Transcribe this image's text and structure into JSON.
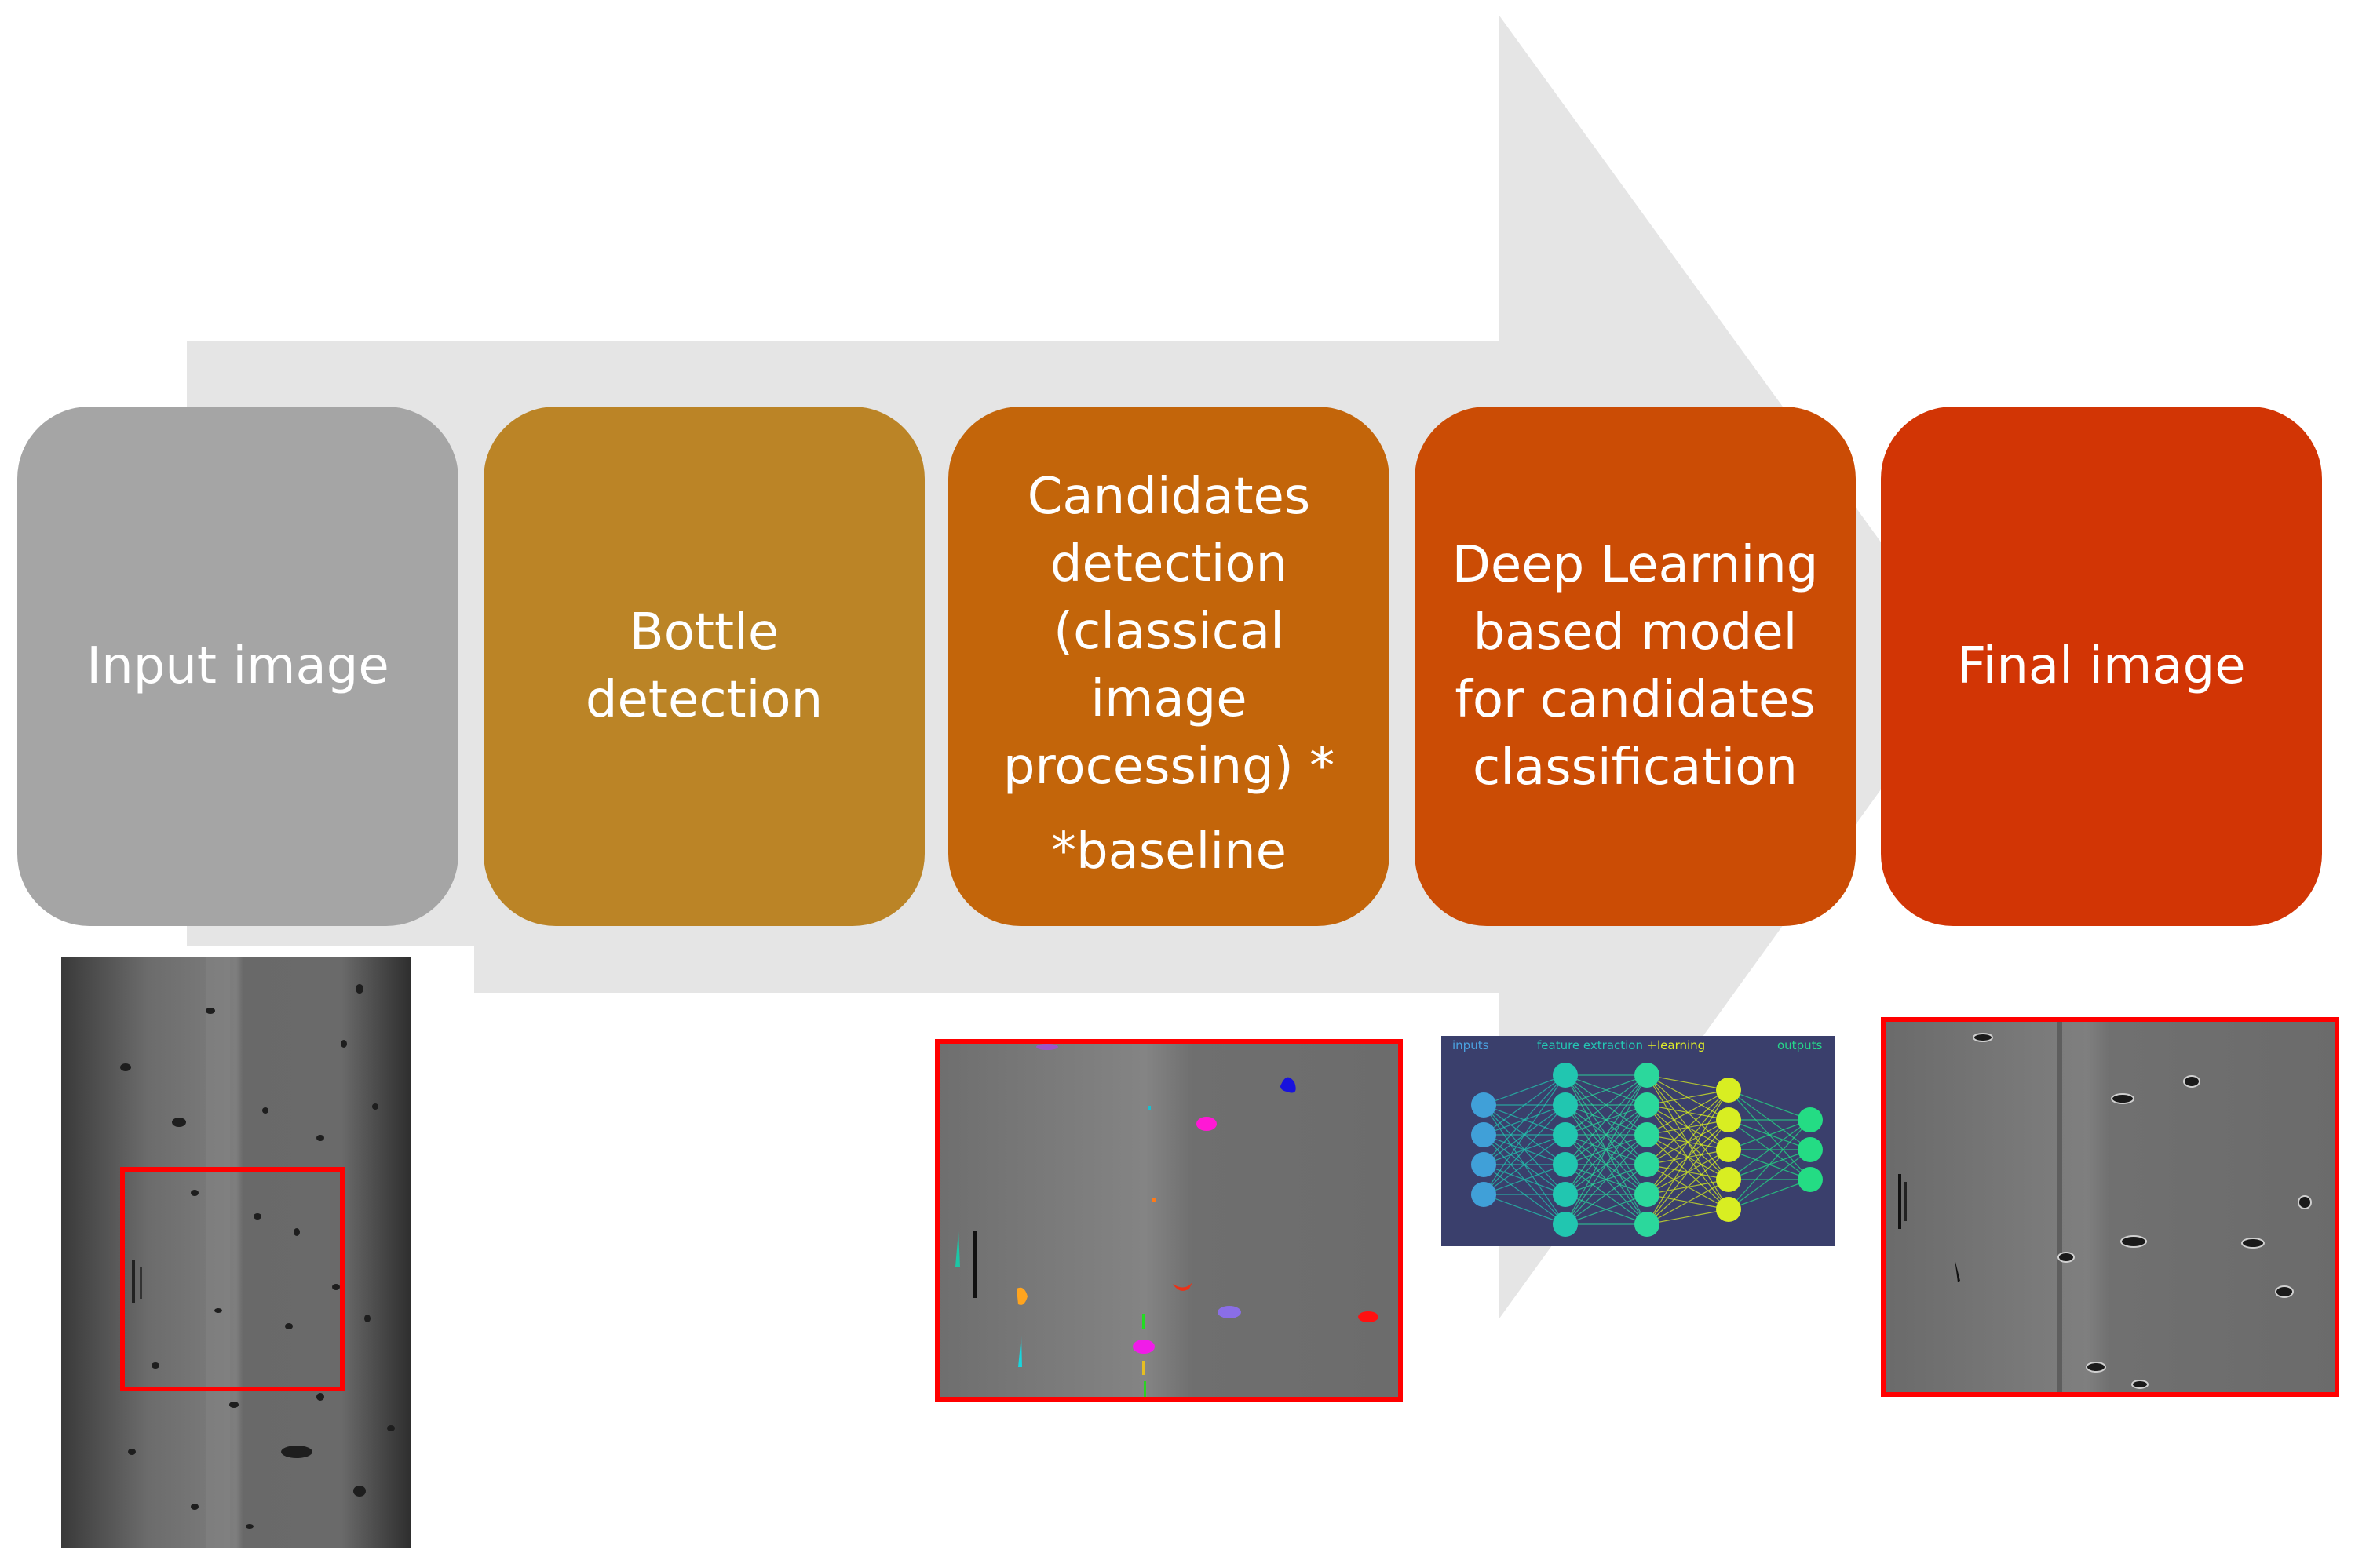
{
  "steps": [
    {
      "id": "input",
      "label": "Input image",
      "note": "",
      "color": "#a5a5a5"
    },
    {
      "id": "bottle",
      "label": "Bottle\ndetection",
      "note": "",
      "color": "#bb8426"
    },
    {
      "id": "candidates",
      "label": "Candidates\ndetection\n(classical\nimage\nprocessing) *",
      "note": "*baseline",
      "color": "#c3650a"
    },
    {
      "id": "deep",
      "label": "Deep Learning\nbased model\nfor candidates\nclassification",
      "note": "",
      "color": "#cb4c05"
    },
    {
      "id": "final",
      "label": "Final image",
      "note": "",
      "color": "#d23505"
    }
  ],
  "arrow_color": "#e5e5e5",
  "highlight_color": "#ff0000",
  "network": {
    "labels": {
      "inputs": "inputs",
      "feature": "feature extraction",
      "plus": "+",
      "learning": "learning",
      "outputs": "outputs"
    },
    "layer_sizes": [
      4,
      6,
      6,
      5,
      3
    ],
    "layer_colors": [
      "#40a0d8",
      "#21c6b0",
      "#2bd89c",
      "#d8ee22",
      "#24dc84"
    ],
    "background": "#3a3f6c"
  }
}
